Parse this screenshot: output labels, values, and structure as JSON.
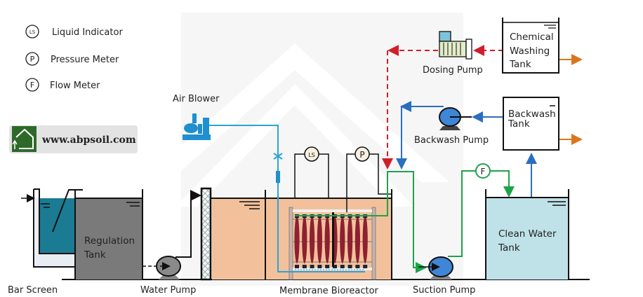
{
  "legend": {
    "items": [
      {
        "symbol": "LS",
        "label": "Liquid Indicator"
      },
      {
        "symbol": "P",
        "label": "Pressure Meter"
      },
      {
        "symbol": "F",
        "label": "Flow Meter"
      }
    ]
  },
  "website": {
    "label": "www.abpsoil.com",
    "icon": "house-tree-logo-icon"
  },
  "components": {
    "bar_screen": "Bar Screen",
    "regulation_tank": [
      "Regulation",
      "Tank"
    ],
    "water_pump": "Water Pump",
    "air_blower": "Air Blower",
    "membrane_bioreactor": "Membrane Bioreactor",
    "suction_pump": "Suction Pump",
    "clean_water_tank": [
      "Clean Water",
      "Tank"
    ],
    "backwash_pump": "Backwash Pump",
    "backwash_tank": [
      "Backwash",
      "Tank"
    ],
    "dosing_pump": "Dosing Pump",
    "chemical_washing_tank": [
      "Chemical",
      "Washing",
      "Tank"
    ]
  },
  "meters": {
    "ls": "LS",
    "p": "P",
    "f": "F"
  },
  "colors": {
    "air_line": "#29a3d6",
    "permeate_line": "#1ea34a",
    "backwash_line": "#2a6ebf",
    "chemical_line": "#d01f2a",
    "drain_arrow": "#d9761e",
    "bar_screen_water": "#1b7b93",
    "regulation_water": "#7a7a7a",
    "bioreactor_water": "#f2c19b",
    "clean_water": "#bfe1e8",
    "pump_blue": "#3f86d6",
    "pump_gray": "#8a8a8a",
    "membrane": "#8e2030"
  }
}
